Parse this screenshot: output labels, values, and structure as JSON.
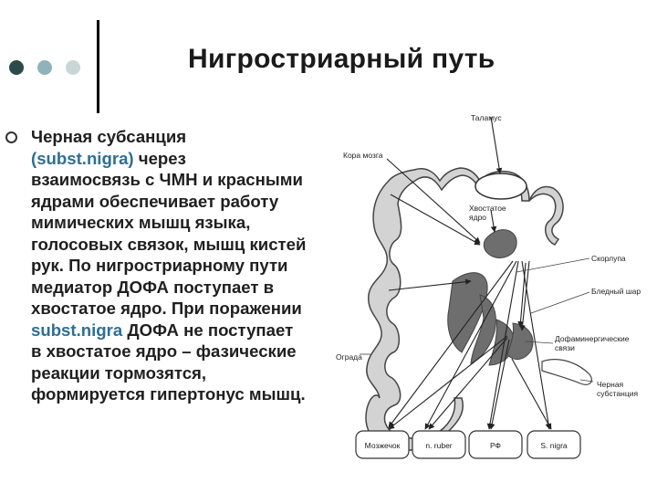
{
  "slide": {
    "title": "Нигростриарный путь",
    "bullet": {
      "line1_a": "Черная субсанция",
      "line2_accent": "(subst.nigra)",
      "line2_rest": " через",
      "line3": "взаимосвязь с ЧМН и красными",
      "line4": "ядрами обеспечивает работу",
      "line5": "мимических мышц языка,",
      "line6": "голосовых связок, мышц кистей",
      "line7": "рук. По нигростриарному пути",
      "line8": "медиатор ДОФА поступает в",
      "line9": "хвостатое ядро. При поражении",
      "line10_accent": "subst.nigra",
      "line10_rest": " ДОФА не поступает",
      "line11": "в хвостатое ядро – фазические",
      "line12": "реакции тормозятся,",
      "line13": "формируется гипертонус мышц."
    }
  },
  "colors": {
    "dot_dark": "#2d4a4a",
    "dot_mid": "#8fb3b8",
    "dot_light": "#c8d6d8",
    "accent_text": "#2e6f94",
    "structure_gray": "#6e6e6e",
    "cortex_fill": "#d3d3d3"
  },
  "diagram": {
    "labels": {
      "thalamus": "Таламус",
      "cortex": "Кора мозга",
      "caudate_line1": "Хвостатое",
      "caudate_line2": "ядро",
      "putamen": "Скорлупа",
      "globus_pallidus": "Бледный шар",
      "dopamine_line1": "Дофаминергические",
      "dopamine_line2": "связи",
      "fence": "Ограда",
      "sn_line1": "Черная",
      "sn_line2": "субстанция"
    },
    "boxes": {
      "spinal": "Мозжечок",
      "red_nucleus": "n. ruber",
      "rf": "РФ",
      "sn": "S. nigra"
    }
  }
}
